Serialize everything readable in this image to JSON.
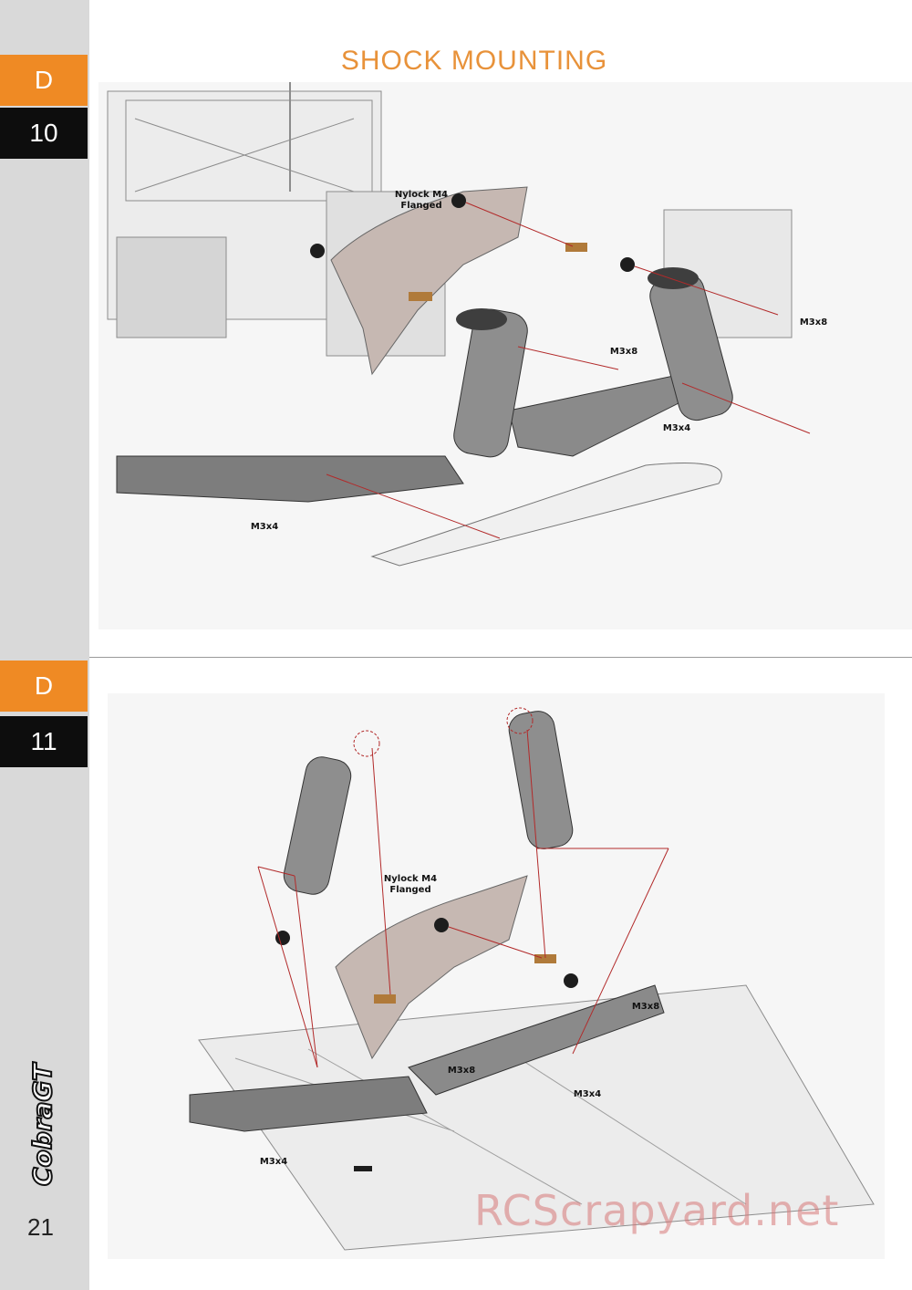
{
  "header": {
    "title": "SHOCK MOUNTING"
  },
  "steps": [
    {
      "letter": "D",
      "number": "10",
      "labels": {
        "nylock": "Nylock M4\nFlanged",
        "m3x8_right": "M3x8",
        "m3x8_center": "M3x8",
        "m3x4_right": "M3x4",
        "m3x4_left": "M3x4"
      }
    },
    {
      "letter": "D",
      "number": "11",
      "labels": {
        "nylock": "Nylock M4\nFlanged",
        "m3x8_right": "M3x8",
        "m3x8_center": "M3x8",
        "m3x4_right": "M3x4",
        "m3x4_left": "M3x4"
      }
    }
  ],
  "footer": {
    "page_number": "21",
    "logo_text": "CobraGT",
    "watermark": "RCScrapyard.net"
  },
  "colors": {
    "accent": "#ef8a24",
    "dark": "#0d0d0d",
    "sidebar": "#d9d9d9",
    "leader": "#b22a2a"
  }
}
